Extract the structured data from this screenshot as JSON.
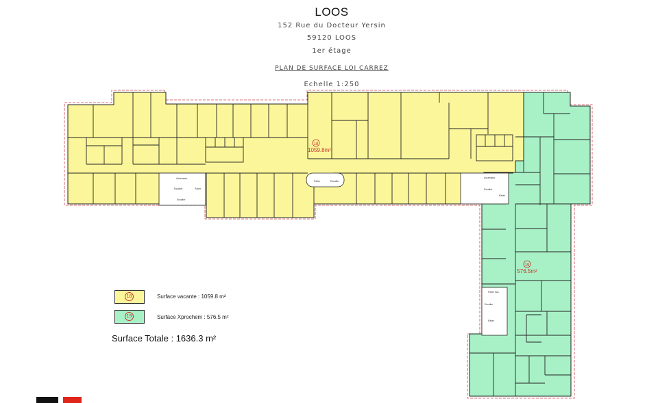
{
  "header": {
    "title": "LOOS",
    "address": "152 Rue du Docteur Yersin",
    "city": "59120 LOOS",
    "floor": "1er étage",
    "plan_title": "PLAN DE SURFACE LOI CARREZ",
    "scale": "Echelle 1:250"
  },
  "zones": {
    "vacant": {
      "number": "18",
      "area": "1059.8m²",
      "color": "#fbf69a"
    },
    "xprochem": {
      "number": "19",
      "area": "576.5m²",
      "color": "#a8f0c6"
    }
  },
  "room_labels": {
    "ascenseur": "Ascenseur",
    "escalier": "Escalier",
    "palier": "Palier",
    "palier_bas": "Palier bas"
  },
  "legend": {
    "items": [
      {
        "number": "18",
        "label": "Surface vacante  : 1059.8 m²",
        "color": "#fbf69a"
      },
      {
        "number": "19",
        "label": "Surface Xprochem  : 576.5 m²",
        "color": "#a8f0c6"
      }
    ]
  },
  "total": "Surface Totale : 1636.3 m²",
  "footer": {
    "colors": [
      "#111111",
      "#e0261b"
    ]
  }
}
